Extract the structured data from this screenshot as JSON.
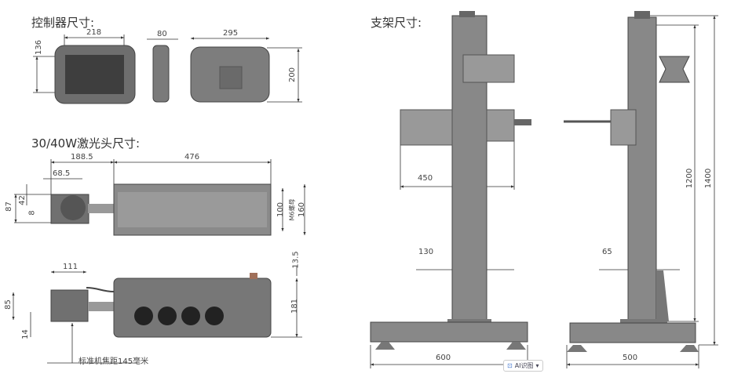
{
  "headings": {
    "controller": "控制器尺寸:",
    "laser_head": "30/40W激光头尺寸:",
    "stand": "支架尺寸:"
  },
  "controller_dims": {
    "front_width": "218",
    "front_height": "136",
    "side_depth": "80",
    "back_width": "295",
    "back_height": "200"
  },
  "laser_top_dims": {
    "total_offset": "188.5",
    "body_length": "476",
    "lens_offset": "68.5",
    "h87": "87",
    "h42": "42",
    "h8": "8",
    "h100": "100",
    "nut": "M6螺母",
    "h160": "160"
  },
  "laser_side_dims": {
    "w111": "111",
    "h13_5": "13.5",
    "h181": "181",
    "h85": "85",
    "h14": "14",
    "focal_note": "标准机焦距145毫米"
  },
  "stand_dims": {
    "arm": "450",
    "column_front": "130",
    "base_front": "600",
    "column_side": "65",
    "base_side": "500",
    "h1200": "1200",
    "h1400": "1400"
  },
  "overlay": {
    "ai_button": "AI识图",
    "ai_icon": "scan-icon",
    "dropdown_icon": "chevron-down-icon"
  }
}
